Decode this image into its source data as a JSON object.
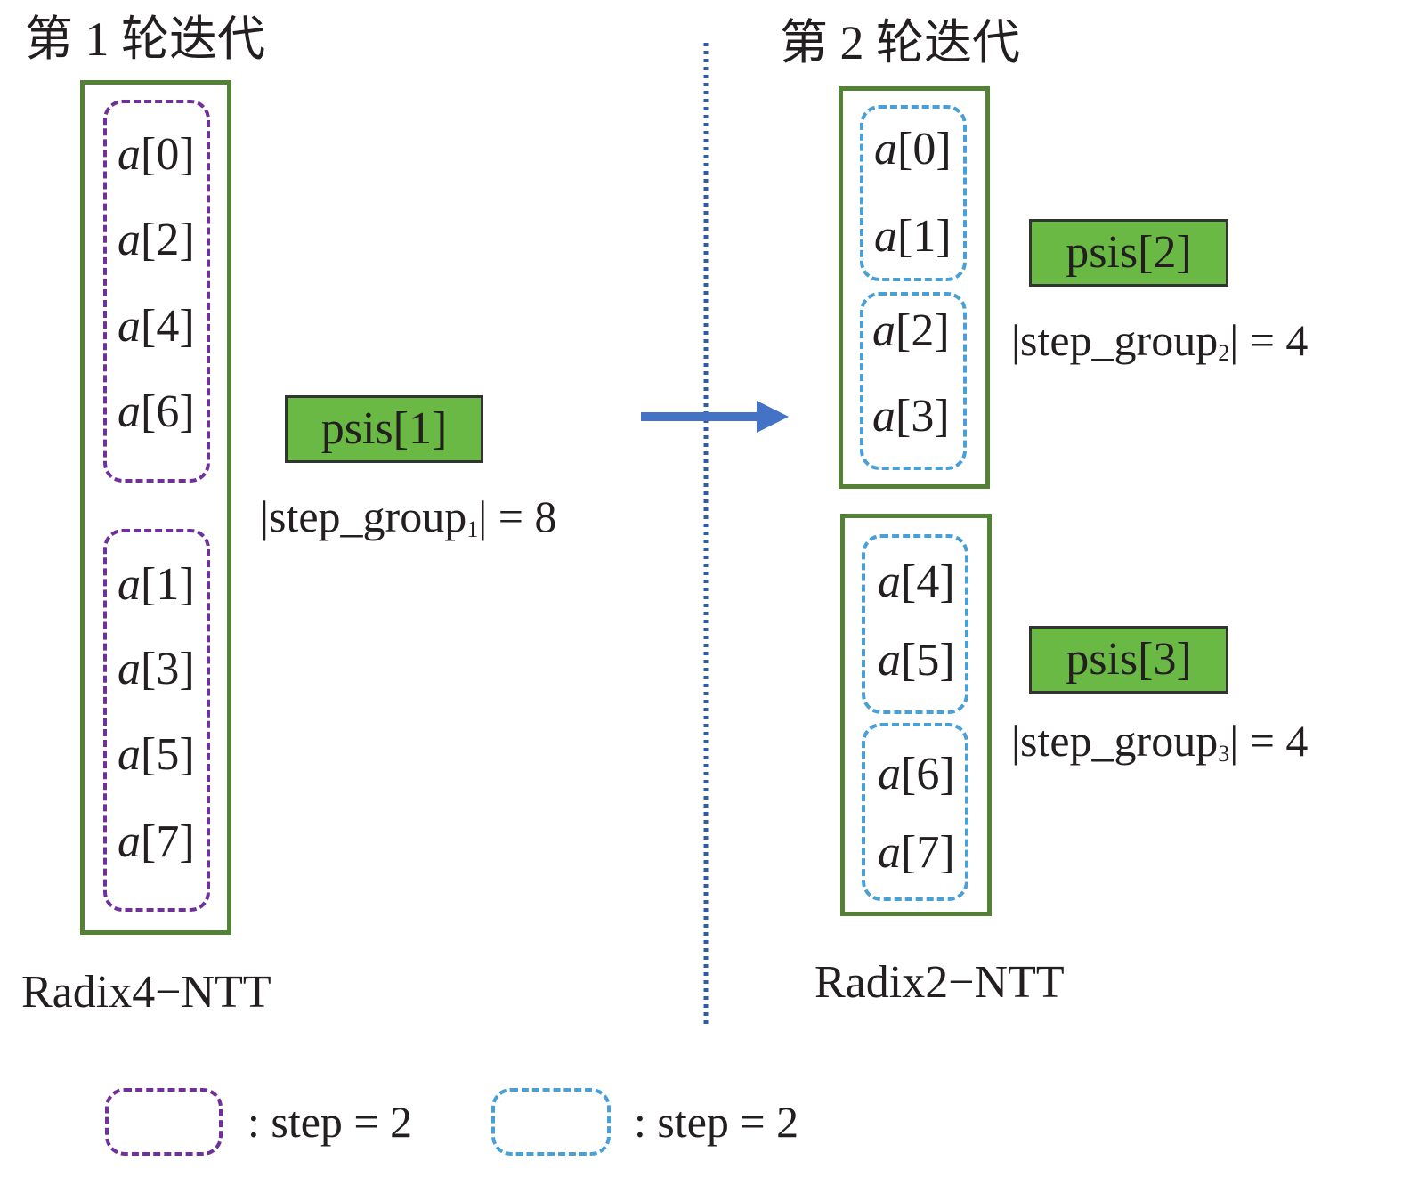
{
  "iteration1": {
    "title": "第 1 轮迭代",
    "group_a": [
      "[0]",
      "[2]",
      "[4]",
      "[6]"
    ],
    "group_b": [
      "[1]",
      "[3]",
      "[5]",
      "[7]"
    ],
    "psis": "psis[1]",
    "step_group_pre": "|step_group",
    "step_group_sub": "1",
    "step_group_post": "| = 8",
    "label": "Radix4−NTT"
  },
  "iteration2": {
    "title": "第 2 轮迭代",
    "box1_pair1": [
      "[0]",
      "[1]"
    ],
    "box1_pair2": [
      "[2]",
      "[3]"
    ],
    "box2_pair1": [
      "[4]",
      "[5]"
    ],
    "box2_pair2": [
      "[6]",
      "[7]"
    ],
    "psis2": "psis[2]",
    "psis3": "psis[3]",
    "sg2_pre": "|step_group",
    "sg2_sub": "2",
    "sg2_post": "| = 4",
    "sg3_pre": "|step_group",
    "sg3_sub": "3",
    "sg3_post": "| = 4",
    "label": "Radix2−NTT"
  },
  "variable": "a",
  "legend": {
    "purple_text": ": step = 2",
    "blue_text": ": step = 2"
  },
  "colors": {
    "purple": "#6f3198",
    "blue": "#4a9fd4",
    "green_border": "#538135",
    "green_fill": "#6ab945",
    "arrow": "#4472c4",
    "divider": "#2e5ca8"
  }
}
